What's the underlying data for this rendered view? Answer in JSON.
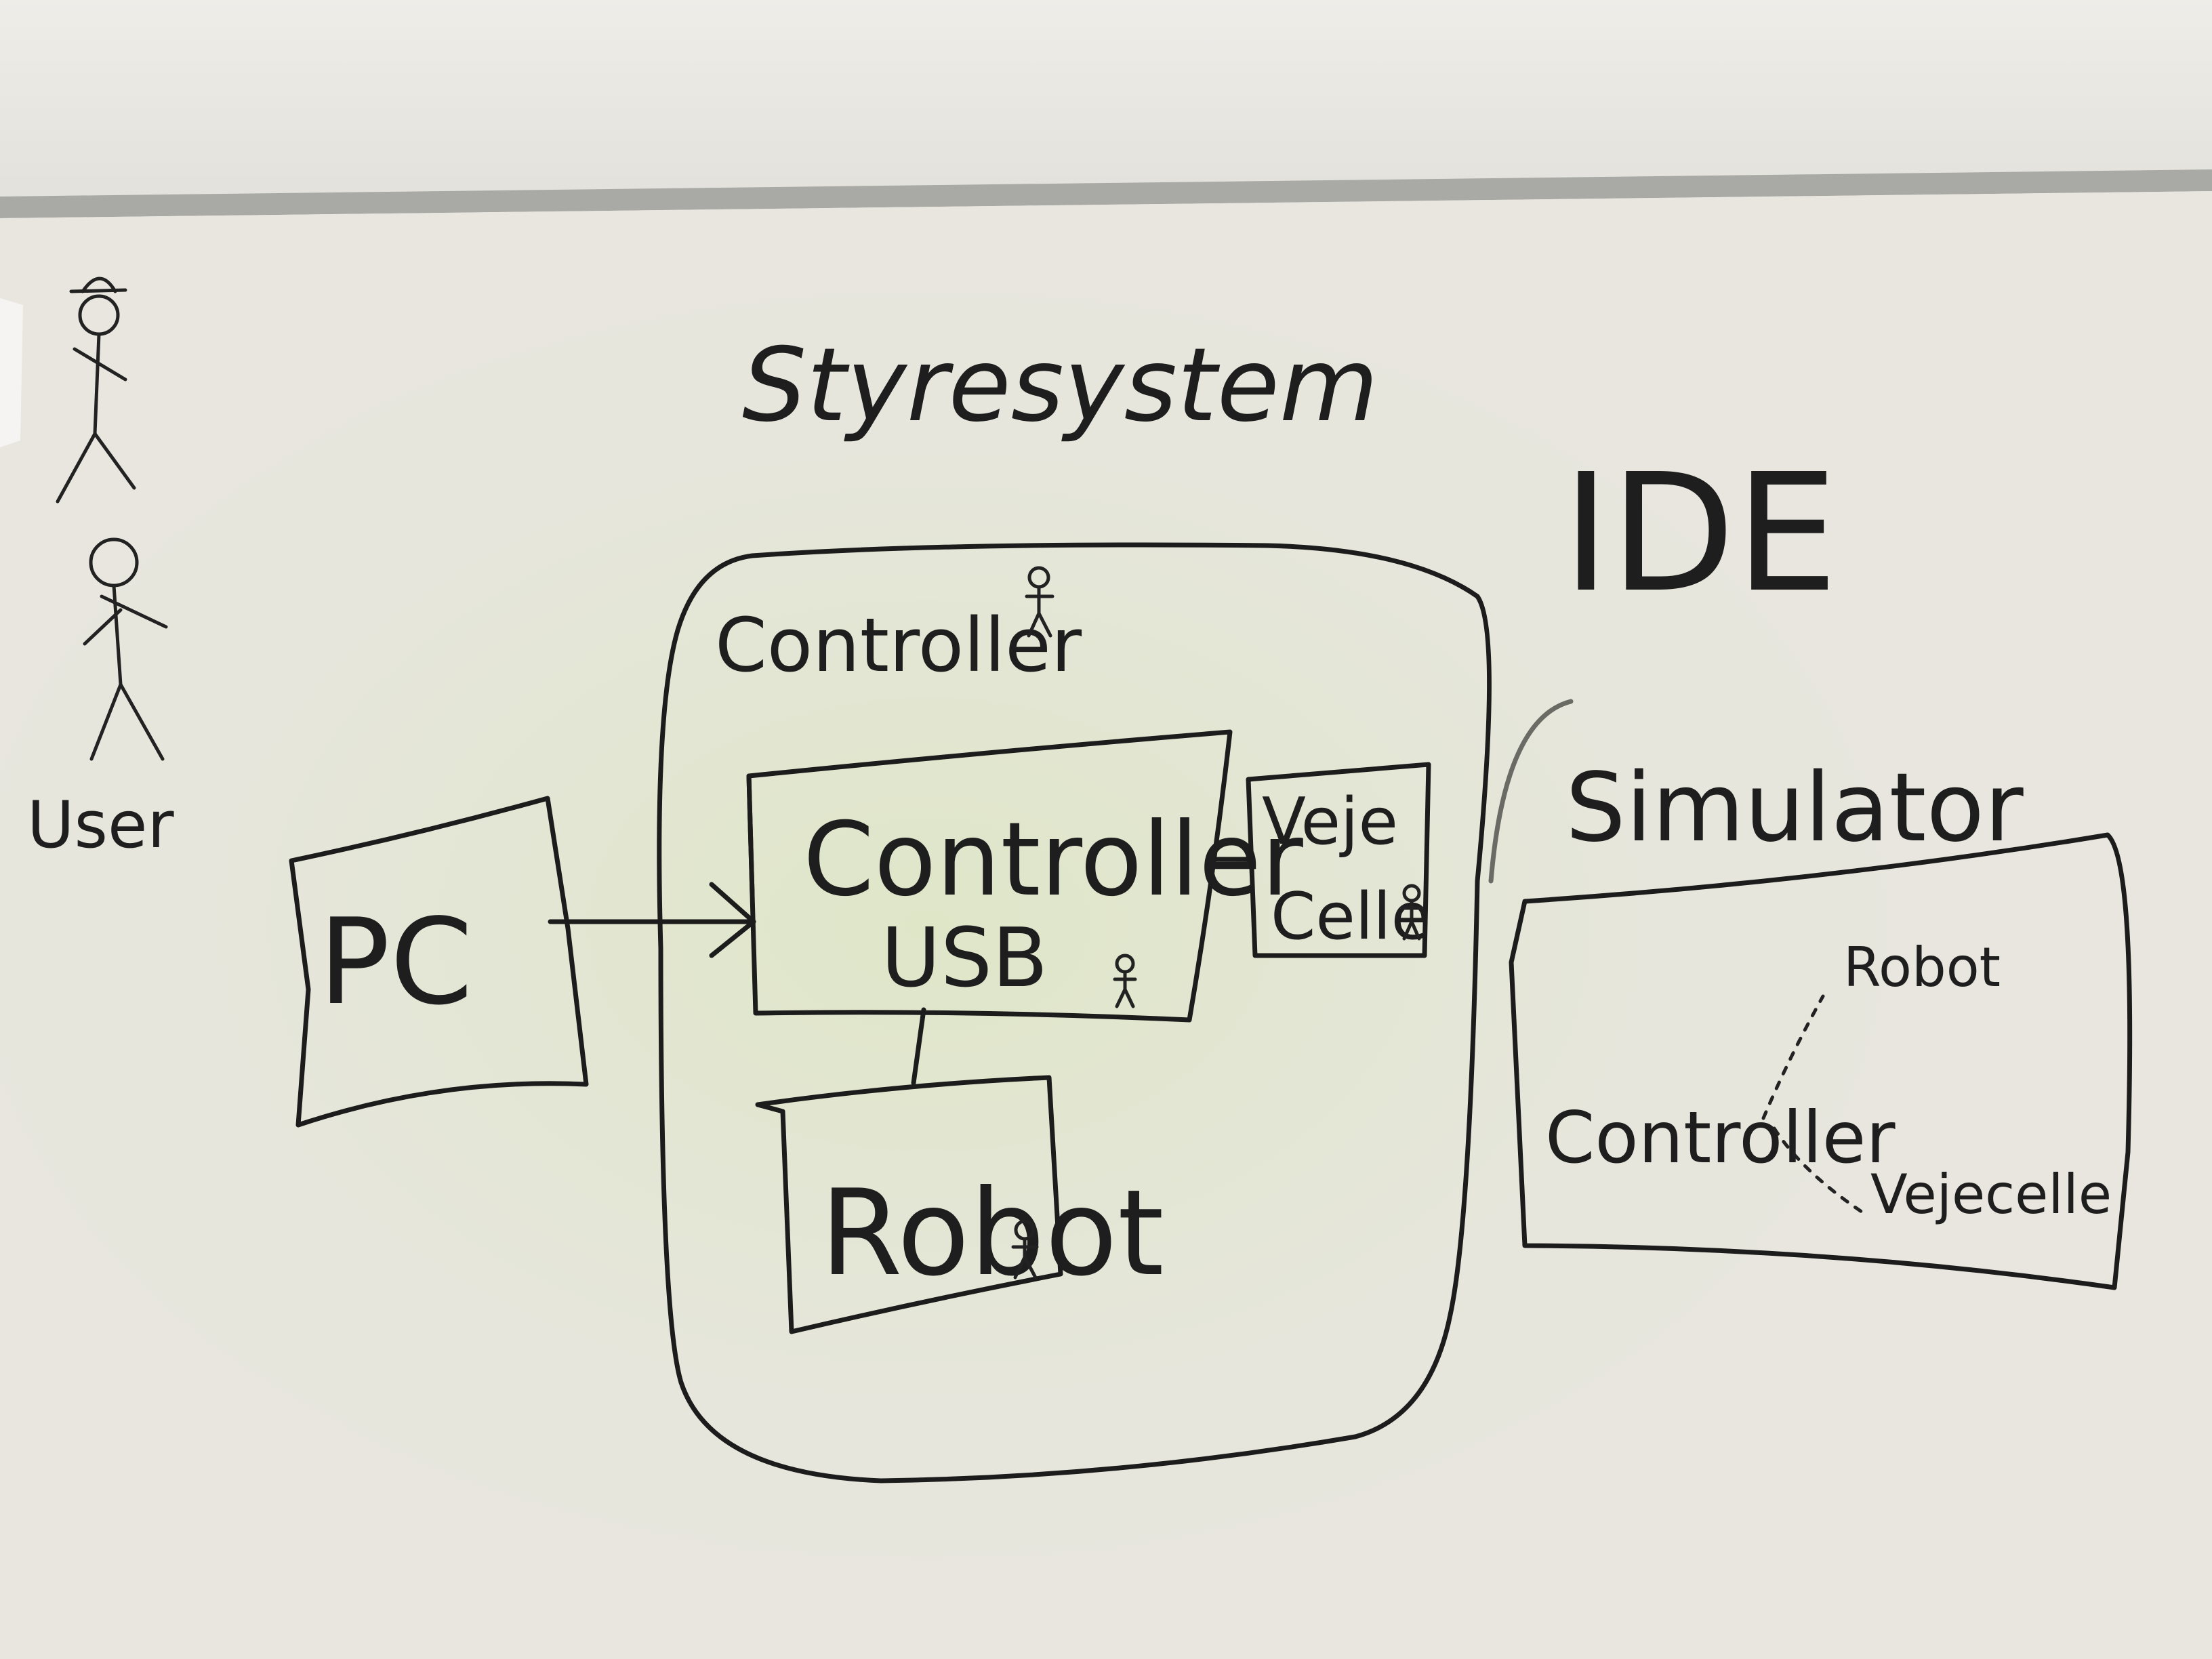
{
  "title": "Styresystem",
  "actor": {
    "label": "User"
  },
  "nodes": {
    "pc": "PC",
    "controller_group": "Controller",
    "controller_usb": [
      "Controller",
      "USB"
    ],
    "vejecelle": [
      "Veje",
      "Celle"
    ],
    "robot": "Robot",
    "ide": "IDE",
    "simulator": "Simulator"
  },
  "simulator_box": {
    "controller": "Controller",
    "robot": "Robot",
    "vejecelle": "Vejecelle"
  },
  "colors": {
    "board": "#ecebe6",
    "ink": "#1c1c1c",
    "frame": "#a9aaa5"
  }
}
